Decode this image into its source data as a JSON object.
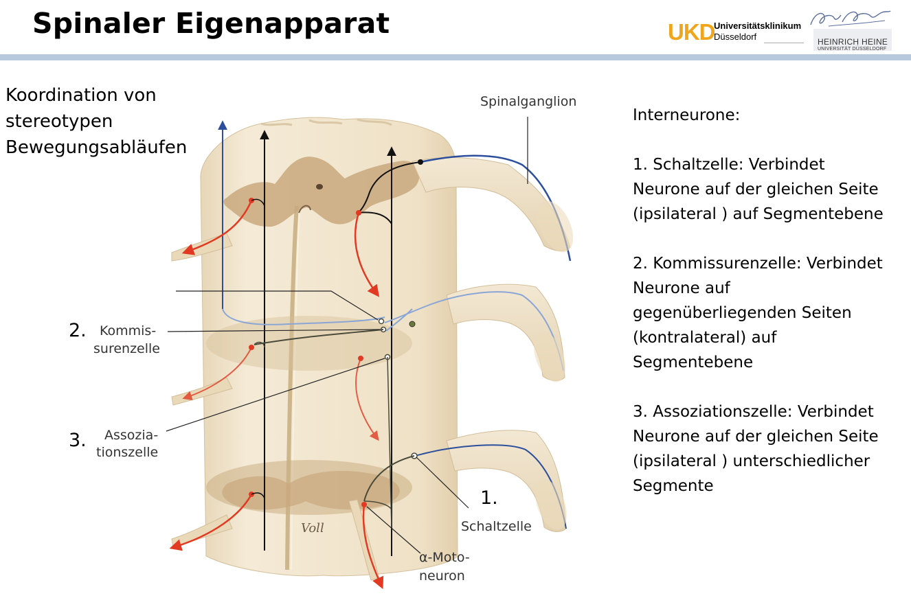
{
  "header": {
    "title": "Spinaler Eigenapparat",
    "logo_ukd": {
      "mark": "UKD",
      "line1": "Universitätsklinikum",
      "line2": "Düsseldorf"
    },
    "logo_hhu": {
      "name": "HEINRICH HEINE",
      "university": "UNIVERSITÄT DÜSSELDORF"
    }
  },
  "left_caption": {
    "lines": [
      "Koordination von",
      "stereotypen",
      "Bewegungsabläufen"
    ]
  },
  "figure": {
    "labels": {
      "spinalganglion": "Spinalganglion",
      "kommissurenzelle": [
        "Kommis-",
        "surenzelle"
      ],
      "assoziationszelle": [
        "Assozia-",
        "tionszelle"
      ],
      "schaltzelle": "Schaltzelle",
      "motoneuron": [
        "α-Moto-",
        "neuron"
      ],
      "signature": "Voll"
    },
    "numbers": {
      "n1": "1.",
      "n2": "2.",
      "n3": "3."
    },
    "colors": {
      "afferent": "#2b4f9c",
      "efferent": "#e23a22",
      "interneuron": "#4a4a3a",
      "tissue": "#f0e4cc",
      "grey_matter": "#c9a87e"
    }
  },
  "right_text": {
    "heading": "Interneurone:",
    "items": [
      {
        "lines": [
          "1. Schaltzelle: Verbindet",
          "Neurone auf der gleichen Seite",
          "(ipsilateral ) auf Segmentebene"
        ]
      },
      {
        "lines": [
          "2. Kommissurenzelle: Verbindet",
          "Neurone auf",
          "gegenüberliegenden Seiten",
          "(kontralateral) auf",
          "Segmentebene"
        ]
      },
      {
        "lines": [
          "3. Assoziationszelle: Verbindet",
          "Neurone auf der gleichen Seite",
          "(ipsilateral ) unterschiedlicher",
          "Segmente"
        ]
      }
    ]
  }
}
